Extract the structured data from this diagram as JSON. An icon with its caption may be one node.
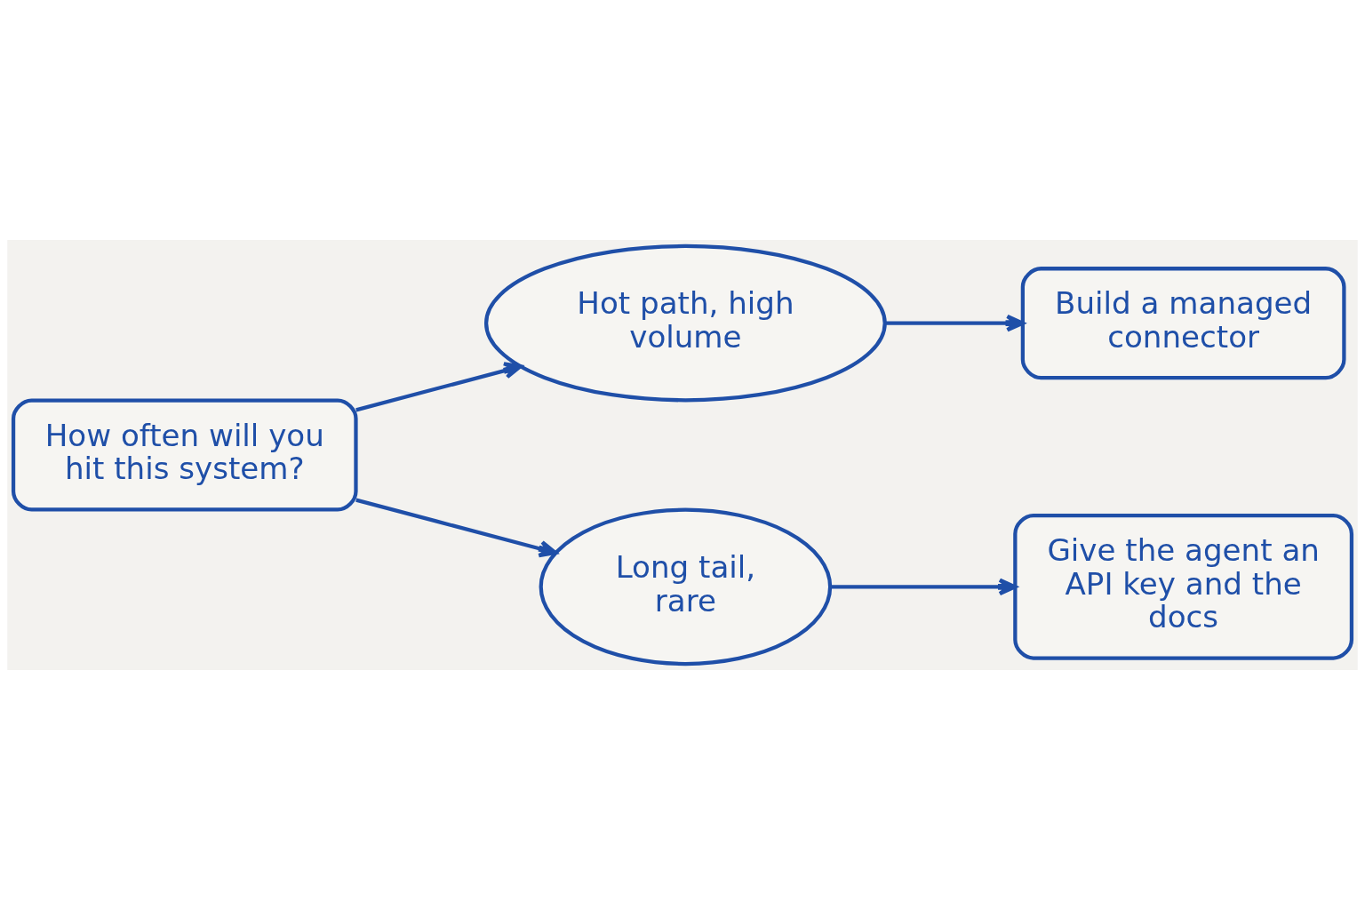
{
  "diagram": {
    "nodes": [
      {
        "text": [
          "How often will you hit this system?"
        ]
      },
      {
        "text": [
          "Hot path, high volume"
        ]
      },
      {
        "text": [
          "Long tail, rare"
        ]
      },
      {
        "text": [
          "Build a managed connector"
        ]
      },
      {
        "text": [
          "Give the agent an API key and the docs"
        ]
      }
    ],
    "edges": [
      {
        "from": 0,
        "to": 1,
        "arrow": "to"
      },
      {
        "from": 0,
        "to": 2,
        "arrow": "to"
      },
      {
        "from": 1,
        "to": 3,
        "arrow": "to"
      },
      {
        "from": 2,
        "to": 4,
        "arrow": "to"
      }
    ]
  }
}
